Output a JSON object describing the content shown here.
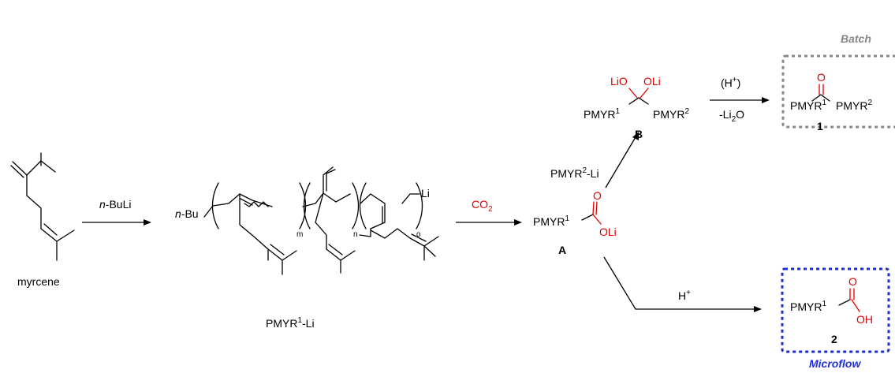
{
  "colors": {
    "oxygen": "#e00000",
    "batch_box": "#888888",
    "microflow_box": "#1f2fd6",
    "microflow_label": "#1f2fd6",
    "batch_label": "#888888"
  },
  "labels": {
    "myrcene": "myrcene",
    "nBuLi_italic": "n",
    "nBuLi_rest": "-BuLi",
    "nBu_italic": "n",
    "nBu_rest": "-Bu",
    "li_end": "Li",
    "sub_m": "m",
    "sub_n": "n",
    "sub_o": "o",
    "polymer_name_main": "PMYR",
    "polymer_name_sup": "1",
    "polymer_name_tail": "-Li",
    "co2_main": "CO",
    "co2_sub": "2",
    "pmyr": "PMYR",
    "sup1": "1",
    "sup2": "2",
    "o": "O",
    "oli": "OLi",
    "lio": "LiO",
    "oh": "OH",
    "compound_A": "A",
    "compound_B": "B",
    "compound_1": "1",
    "compound_2": "2",
    "pmyr2li_tail": "-Li",
    "h_plus_paren": "(H",
    "plus": "+",
    "close_paren": ")",
    "minus_li2o_pre": "-Li",
    "minus_li2o_sub": "2",
    "minus_li2o_post": "O",
    "h_plus": "H",
    "batch": "Batch",
    "microflow": "Microflow"
  }
}
